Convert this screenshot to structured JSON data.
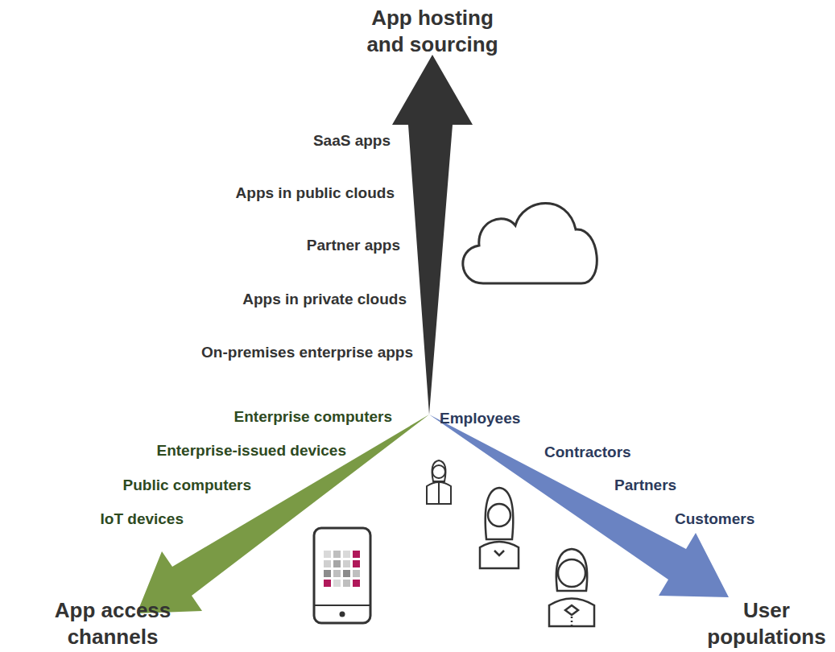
{
  "diagram": {
    "labels": [
      "App hosting and sourcing",
      "SaaS apps",
      "Apps in public clouds",
      "Partner apps",
      "Apps in private clouds",
      "On-premises enterprise apps",
      "Enterprise computers",
      "Enterprise-issued devices",
      "Public computers",
      "IoT devices",
      "App access channels",
      "Employees",
      "Contractors",
      "Partners",
      "Customers",
      "User populations"
    ]
  }
}
